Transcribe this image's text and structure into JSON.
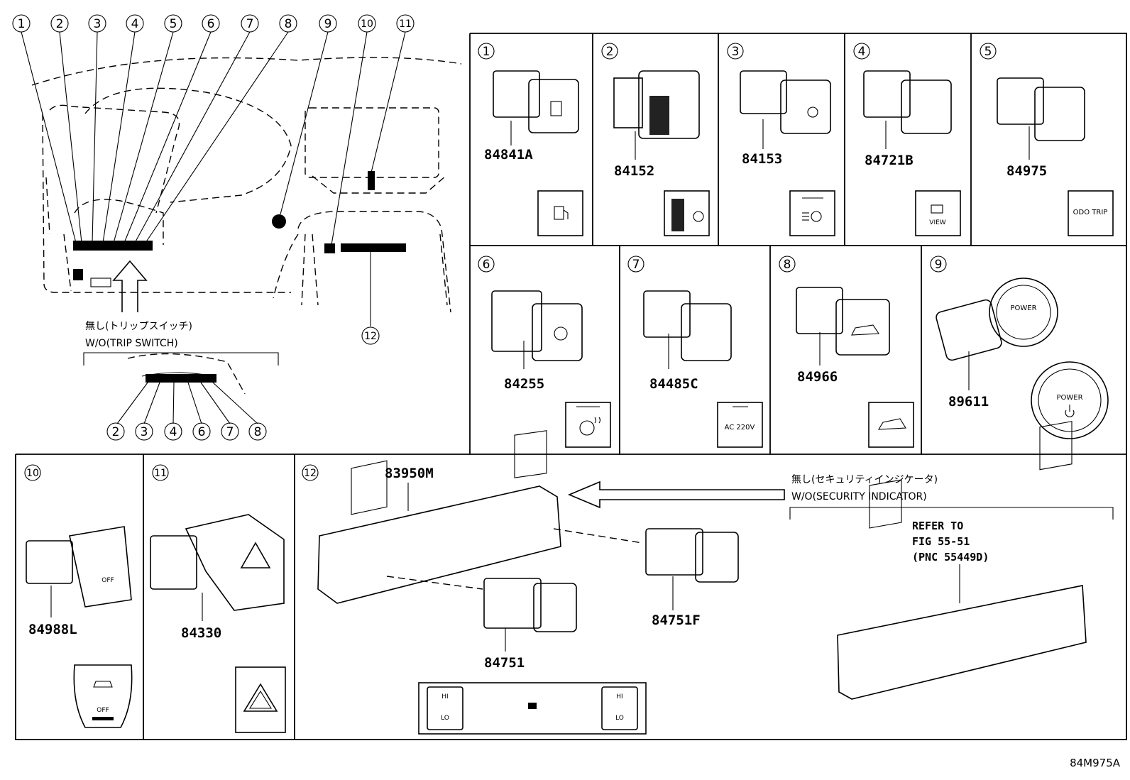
{
  "overview": {
    "callouts": [
      "1",
      "2",
      "3",
      "4",
      "5",
      "6",
      "7",
      "8",
      "9",
      "10",
      "11",
      "12"
    ],
    "trip_note_jp": "無し(トリップスイッチ)",
    "trip_note_en": "W/O(TRIP SWITCH)",
    "trip_callouts": [
      "2",
      "3",
      "4",
      "6",
      "7",
      "8"
    ]
  },
  "panels": [
    {
      "index": "1",
      "part": "84841A",
      "icon": "fuel-lid-icon"
    },
    {
      "index": "2",
      "part": "84152",
      "icon": "headlamp-level-dial-icon"
    },
    {
      "index": "3",
      "part": "84153",
      "icon": "auto-high-beam-icon"
    },
    {
      "index": "4",
      "part": "84721B",
      "icon": "camera-view-icon",
      "label": "VIEW"
    },
    {
      "index": "5",
      "part": "84975",
      "icon": "odo-trip-icon",
      "label": "ODO TRIP"
    },
    {
      "index": "6",
      "part": "84255",
      "icon": "steering-heater-icon"
    },
    {
      "index": "7",
      "part": "84485C",
      "icon": "ac-220v-icon",
      "label": "AC 220V"
    },
    {
      "index": "8",
      "part": "84966",
      "icon": "power-back-door-icon"
    },
    {
      "index": "9",
      "part": "89611",
      "icon": "power-button-icon",
      "label": "POWER"
    },
    {
      "index": "10",
      "part": "84988L",
      "icon": "vsc-off-icon",
      "label": "OFF"
    },
    {
      "index": "11",
      "part": "84330",
      "icon": "hazard-icon"
    }
  ],
  "panel12": {
    "index": "12",
    "bezel_part": "83950M",
    "switch_part_a": "84751",
    "switch_part_b": "84751F",
    "switch_label_hi": "HI",
    "switch_label_lo": "LO",
    "note_jp": "無し(セキュリティインジケータ)",
    "note_en": "W/O(SECURITY INDICATOR)",
    "refer_line1": "REFER TO",
    "refer_line2": "FIG 55-51",
    "refer_line3": "(PNC 55449D)"
  },
  "figure_code": "84M975A"
}
